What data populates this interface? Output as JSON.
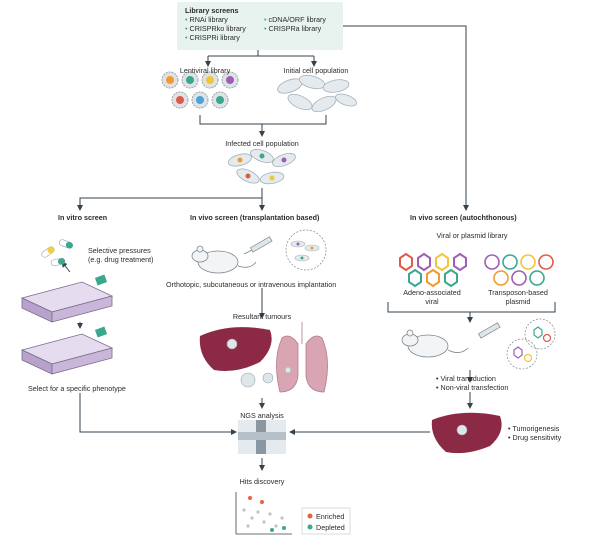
{
  "library": {
    "title": "Library screens",
    "col1": [
      "RNAi library",
      "CRISPRko library",
      "CRISPRi library"
    ],
    "col2": [
      "cDNA/ORF library",
      "CRISPRa library"
    ]
  },
  "lentiviral_label": "Lentiviral library",
  "initial_label": "Initial cell population",
  "infected_label": "Infected cell population",
  "invitro": {
    "title": "In vitro screen",
    "pressure_1": "Selective pressures",
    "pressure_2": "(e.g. drug treatment)",
    "select": "Select for a specific phenotype"
  },
  "invivo_tx": {
    "title": "In vivo screen (transplantation based)",
    "implant": "Orthotopic, subcutaneous or intravenous implantation",
    "tumours": "Resultant tumours"
  },
  "invivo_auto": {
    "title": "In vivo screen (autochthonous)",
    "lib": "Viral or plasmid library",
    "aav_1": "Adeno-associated",
    "aav_2": "viral",
    "tp_1": "Transposon-based",
    "tp_2": "plasmid",
    "delivery": [
      "Viral transduction",
      "Non-viral transfection"
    ],
    "outcomes": [
      "Tumorigenesis",
      "Drug sensitivity"
    ]
  },
  "ngs": "NGS analysis",
  "hits": "Hits discovery",
  "legend": {
    "enriched": "Enriched",
    "depleted": "Depleted"
  },
  "colors": {
    "teal": "#3aa88e",
    "liver": "#8c2a45",
    "lung": "#d9a5b3",
    "flask": "#c9b6d9",
    "arrow": "#33424d",
    "enriched": "#e8613f",
    "depleted": "#3aa88e"
  }
}
